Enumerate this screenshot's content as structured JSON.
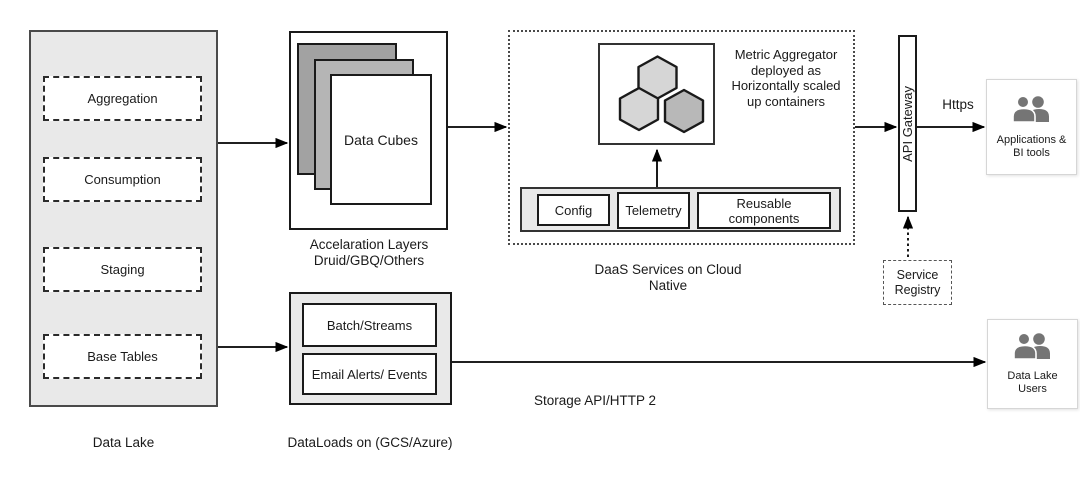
{
  "dataLake": {
    "caption": "Data Lake",
    "stages": [
      "Aggregation",
      "Consumption",
      "Staging",
      "Base Tables"
    ]
  },
  "acceleration": {
    "page_label": "Data Cubes",
    "caption_lines": [
      "Accelaration Layers",
      "Druid/GBQ/Others"
    ]
  },
  "dataloads": {
    "items": [
      "Batch/Streams",
      "Email Alerts/ Events"
    ],
    "caption": "DataLoads on (GCS/Azure)"
  },
  "daas": {
    "note_lines": [
      "Metric Aggregator",
      "deployed as",
      "Horizontally scaled",
      "up containers"
    ],
    "components": [
      "Config",
      "Telemetry",
      "Reusable components"
    ],
    "caption_lines": [
      "DaaS Services on Cloud",
      "Native"
    ]
  },
  "apiGateway": {
    "label": "API Gateway"
  },
  "serviceRegistry": {
    "lines": [
      "Service",
      "Registry"
    ]
  },
  "edges": {
    "https_label": "Https",
    "storage_label": "Storage API/HTTP 2"
  },
  "consumers": {
    "apps": {
      "lines": [
        "Applications &",
        "BI tools"
      ]
    },
    "users": {
      "lines": [
        "Data Lake",
        "Users"
      ]
    }
  },
  "colors": {
    "container_fill": "#e9e9e9",
    "page_gray_back": "#a2a2a2",
    "page_gray_mid": "#b5b5b5",
    "hex_light": "#d6d6d6",
    "hex_dark": "#b8b8b8",
    "person_icon": "#757575",
    "line": "#000000"
  }
}
